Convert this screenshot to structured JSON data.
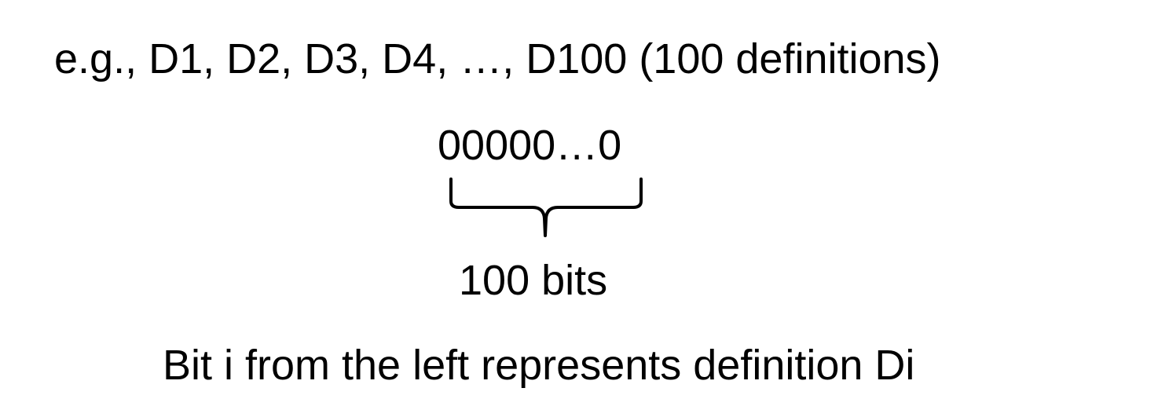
{
  "example_line": "e.g., D1, D2, D3, D4, …, D100 (100 definitions)",
  "bit_string": "00000…0",
  "bit_count_label": "100 bits",
  "caption": "Bit i from the left represents definition Di",
  "colors": {
    "text": "#000000",
    "brace": "#000000",
    "background": "#ffffff"
  }
}
